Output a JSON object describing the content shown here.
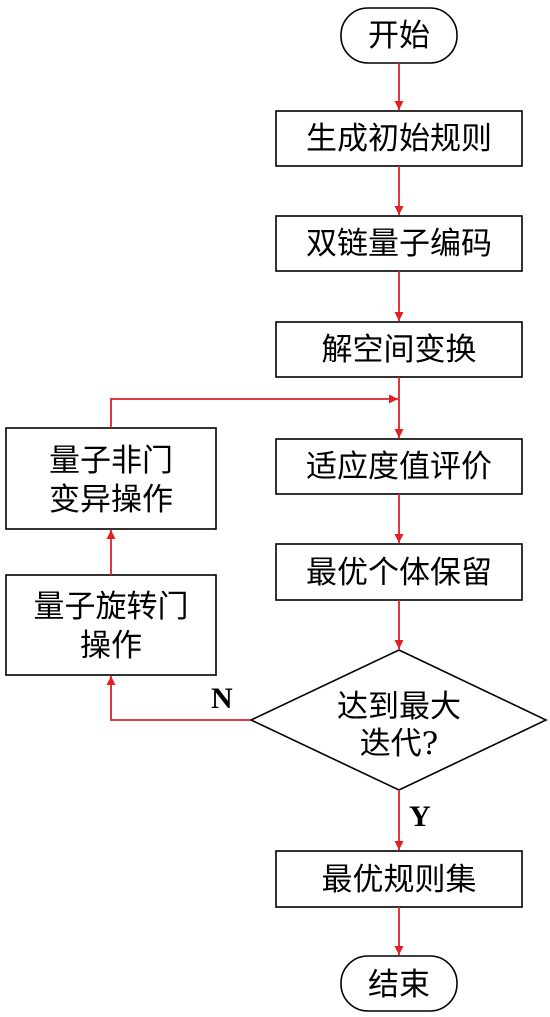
{
  "nodes": {
    "start": "开始",
    "gen_rules": "生成初始规则",
    "encode": "双链量子编码",
    "transform": "解空间变换",
    "evaluate": "适应度值评价",
    "retain": "最优个体保留",
    "decision": [
      "达到最大",
      "迭代?"
    ],
    "rotate": [
      "量子旋转门",
      "操作"
    ],
    "mutate": [
      "量子非门",
      "变异操作"
    ],
    "best_rules": "最优规则集",
    "end": "结束"
  },
  "edges": {
    "no": "N",
    "yes": "Y"
  },
  "colors": {
    "arrow": "#e31f26",
    "border": "#000000",
    "text": "#000000",
    "background": "#ffffff"
  }
}
